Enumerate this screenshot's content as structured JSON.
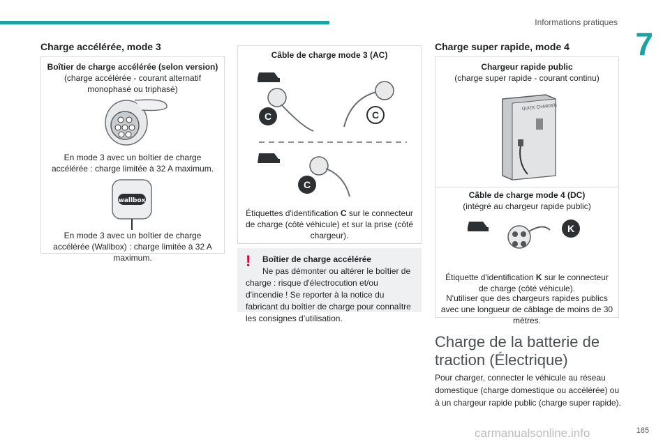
{
  "header": {
    "title": "Informations pratiques",
    "chapter": "7",
    "page_number": "185"
  },
  "col1": {
    "title": "Charge accélérée, mode 3",
    "box": {
      "heading": "Boîtier de charge accélérée (selon version)",
      "subheading": "(charge accélérée - courant alternatif monophasé ou triphasé)",
      "text1": "En mode 3 avec un boîtier de charge accélérée : charge limitée à 32 A maximum.",
      "wallbox_brand": "wallbox",
      "text2": "En mode 3 avec un boîtier de charge accélérée (Wallbox) : charge limitée à 32 A maximum."
    }
  },
  "col2": {
    "box": {
      "heading": "Câble de charge mode 3 (AC)",
      "label_c": "C",
      "caption_pre": "Étiquettes d'identification ",
      "caption_bold": "C",
      "caption_post": " sur le connecteur de charge (côté véhicule) et sur la prise (côté chargeur)."
    },
    "warning": {
      "mark": "!",
      "title": "Boîtier de charge accélérée",
      "text": "Ne pas démonter ou altérer le boîtier de charge : risque d'électrocution et/ou d'incendie ! Se reporter à la notice du fabricant du boîtier de charge pour connaître les consignes d’utilisation."
    }
  },
  "col3": {
    "title": "Charge super rapide, mode 4",
    "box1": {
      "heading": "Chargeur rapide public",
      "subheading": "(charge super rapide - courant continu)",
      "charger_label": "QUICK CHARGER"
    },
    "box2": {
      "heading": "Câble de charge mode 4 (DC)",
      "subheading": "(intégré au chargeur rapide public)",
      "label_k": "K",
      "caption_pre": "Étiquette d'identification ",
      "caption_bold": "K",
      "caption_post": " sur le connecteur de charge (côté véhicule).",
      "caption2": "N'utiliser que des chargeurs rapides publics avec une longueur de câblage de moins de 30 mètres."
    },
    "section_title": "Charge de la batterie de traction (Électrique)",
    "paragraph": "Pour charger, connecter le véhicule au réseau domestique (charge domestique ou accélérée) ou à un chargeur rapide public (charge super rapide)."
  },
  "watermark": "carmanualsonline.info",
  "colors": {
    "accent": "#1aa3a3",
    "warning": "#e2003a",
    "dark": "#2d3033"
  }
}
